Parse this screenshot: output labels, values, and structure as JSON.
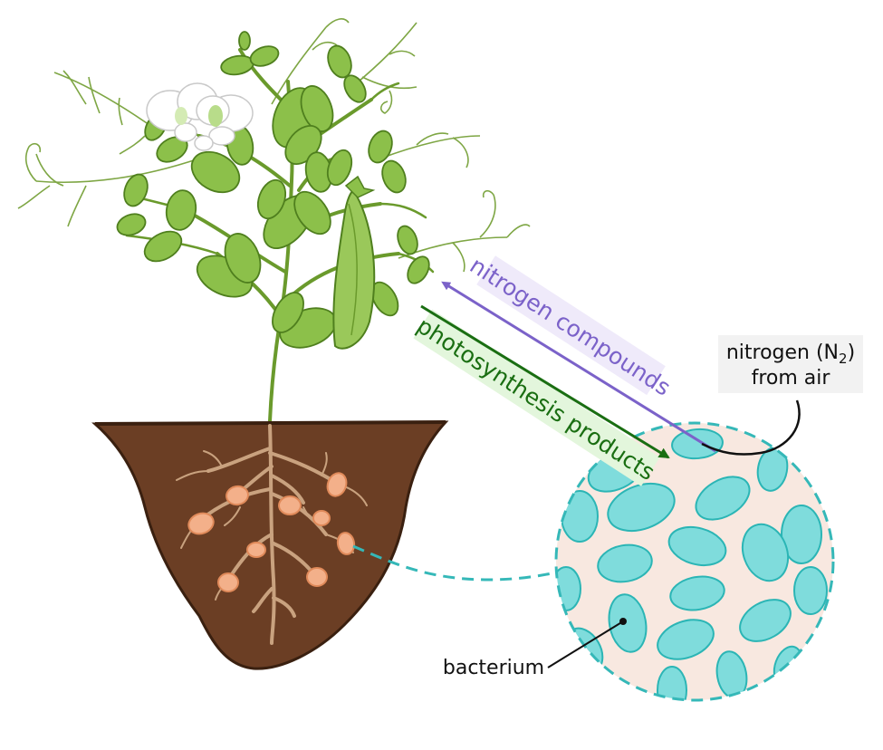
{
  "diagram": {
    "labels": {
      "nitrogen_compounds": "nitrogen compounds",
      "photosynthesis_products": "photosynthesis products",
      "nitrogen_air_line1_prefix": "nitrogen (N",
      "nitrogen_air_subscript": "2",
      "nitrogen_air_line1_suffix": ")",
      "nitrogen_air_line2": "from air",
      "bacterium": "bacterium"
    },
    "colors": {
      "stem": "#6a9a2c",
      "leaf_fill": "#8cc04a",
      "leaf_stroke": "#4f7f1e",
      "soil": "#6b3e24",
      "root": "#c9a27f",
      "nodule_fill": "#f3b08a",
      "nodule_stroke": "#e08a5a",
      "circle_fill": "#f8e8e0",
      "bacteria_fill": "#7fdcdc",
      "bacteria_stroke": "#2bb5b5",
      "dashed": "#35b8b8",
      "arrow_purple": "#7b62c9",
      "arrow_green": "#1a6e12",
      "label_bg_purple": "#efeafa",
      "label_bg_green": "#e3f6dc",
      "label_bg_gray": "#f2f2f2",
      "flower": "#ffffff"
    }
  }
}
